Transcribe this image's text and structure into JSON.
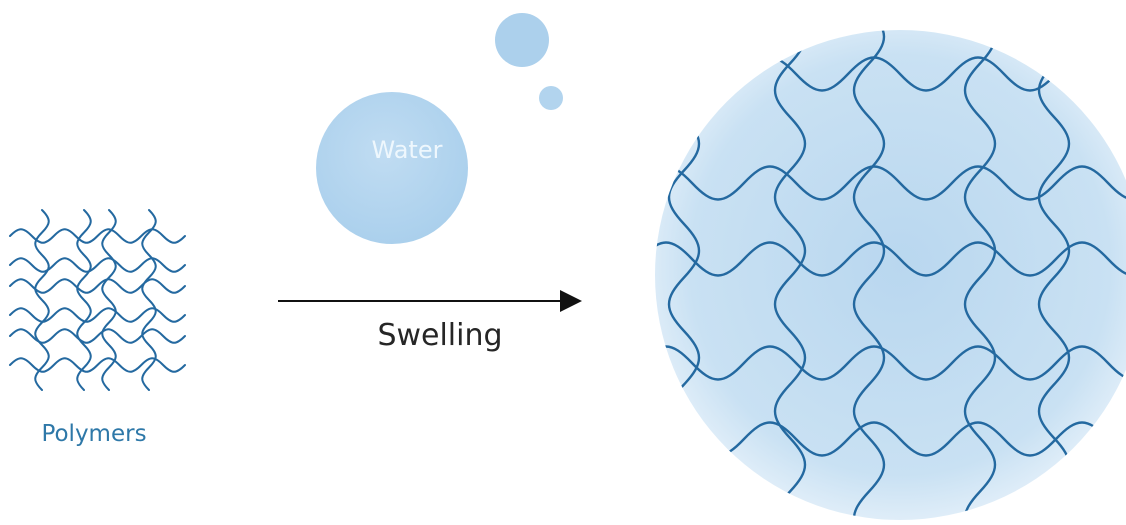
{
  "labels": {
    "water": "Water",
    "process": "Swelling",
    "material": "Polymers"
  },
  "colors": {
    "background": "#ffffff",
    "network_stroke": "#2469a0",
    "water_fill": "#b5d6ef",
    "swollen_fill": "#c4ddf1",
    "arrow": "#111111",
    "polymers_text": "#2e78a8",
    "swelling_text": "#262626",
    "water_text": "#eef7fd"
  },
  "icons": [
    "polymer-network-icon",
    "water-droplet-icon",
    "swollen-hydrogel-icon",
    "arrow-right-icon"
  ]
}
